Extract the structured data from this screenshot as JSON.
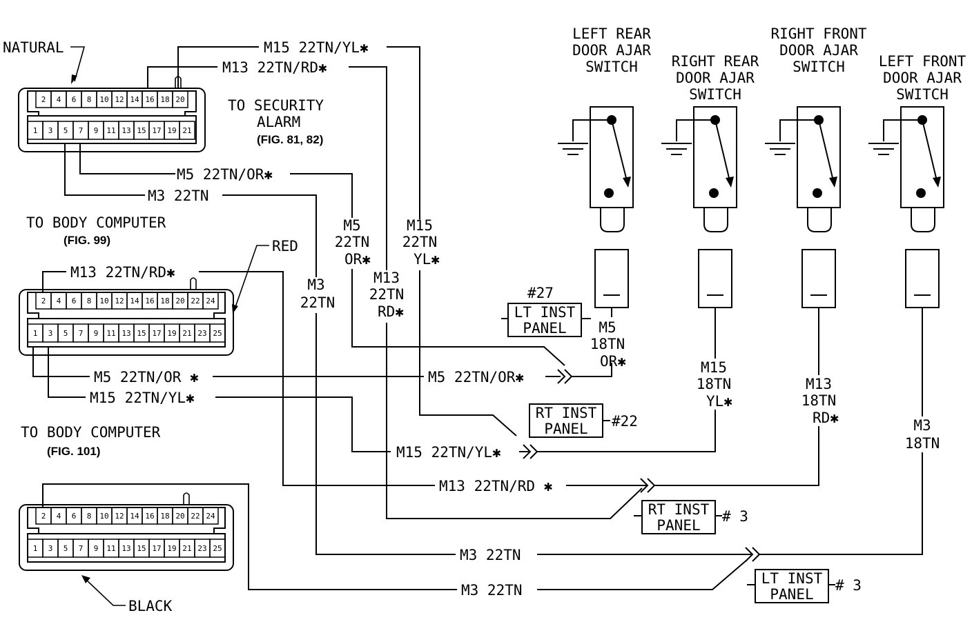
{
  "connectors": {
    "security": {
      "color_label": "NATURAL",
      "top_pins": [
        "2",
        "4",
        "6",
        "8",
        "10",
        "12",
        "14",
        "16",
        "18",
        "20"
      ],
      "bottom_pins": [
        "1",
        "3",
        "5",
        "7",
        "9",
        "11",
        "13",
        "15",
        "17",
        "19",
        "21"
      ]
    },
    "body99": {
      "color_label": "RED",
      "top_pins": [
        "2",
        "4",
        "6",
        "8",
        "10",
        "12",
        "14",
        "16",
        "18",
        "20",
        "22",
        "24"
      ],
      "bottom_pins": [
        "1",
        "3",
        "5",
        "7",
        "9",
        "11",
        "13",
        "15",
        "17",
        "19",
        "21",
        "23",
        "25"
      ]
    },
    "body101": {
      "color_label": "BLACK",
      "top_pins": [
        "2",
        "4",
        "6",
        "8",
        "10",
        "12",
        "14",
        "16",
        "18",
        "20",
        "22",
        "24"
      ],
      "bottom_pins": [
        "1",
        "3",
        "5",
        "7",
        "9",
        "11",
        "13",
        "15",
        "17",
        "19",
        "21",
        "23",
        "25"
      ]
    }
  },
  "captions": {
    "to_security": "TO SECURITY",
    "alarm": "ALARM",
    "fig_security": "(FIG. 81, 82)",
    "to_body_computer_1": "TO BODY COMPUTER",
    "fig_99": "(FIG. 99)",
    "to_body_computer_2": "TO BODY COMPUTER",
    "fig_101": "(FIG. 101)"
  },
  "switches": [
    {
      "line1": "LEFT REAR",
      "line2": "DOOR AJAR",
      "line3": "SWITCH"
    },
    {
      "line1": "RIGHT REAR",
      "line2": "DOOR AJAR",
      "line3": "SWITCH"
    },
    {
      "line1": "RIGHT FRONT",
      "line2": "DOOR AJAR",
      "line3": "SWITCH"
    },
    {
      "line1": "LEFT FRONT",
      "line2": "DOOR AJAR",
      "line3": "SWITCH"
    }
  ],
  "wire_labels": {
    "m15_top": "M15 22TN/YL✱",
    "m13_top": "M13 22TN/RD✱",
    "m5_mid": "M5 22TN/OR✱",
    "m3_mid": "M3 22TN",
    "m5_vert": [
      "M5",
      "22TN",
      "OR✱"
    ],
    "m15_vert": [
      "M15",
      "22TN",
      "YL✱"
    ],
    "m3_vert": [
      "M3",
      "22TN"
    ],
    "m13_vert": [
      "M13",
      "22TN",
      "RD✱"
    ],
    "m13_body": "M13 22TN/RD✱",
    "m5_body": "M5 22TN/OR ✱",
    "m15_body": "M15 22TN/YL✱",
    "m5_run": "M5 22TN/OR✱",
    "m15_run": "M15 22TN/YL✱",
    "m13_run": "M13 22TN/RD ✱",
    "m3_run1": "M3 22TN",
    "m3_run2": "M3 22TN",
    "sw_m5": [
      "M5",
      "18TN",
      "OR✱"
    ],
    "sw_m15": [
      "M15",
      "18TN",
      "YL✱"
    ],
    "sw_m13": [
      "M13",
      "18TN",
      "RD✱"
    ],
    "sw_m3": [
      "M3",
      "18TN"
    ]
  },
  "splices": {
    "lt_inst_27": {
      "line1": "LT INST",
      "line2": "PANEL",
      "ref": "#27"
    },
    "rt_inst_22": {
      "line1": "RT INST",
      "line2": "PANEL",
      "ref": "#22"
    },
    "rt_inst_3": {
      "line1": "RT INST",
      "line2": "PANEL",
      "ref": "# 3"
    },
    "lt_inst_3": {
      "line1": "LT INST",
      "line2": "PANEL",
      "ref": "# 3"
    }
  }
}
